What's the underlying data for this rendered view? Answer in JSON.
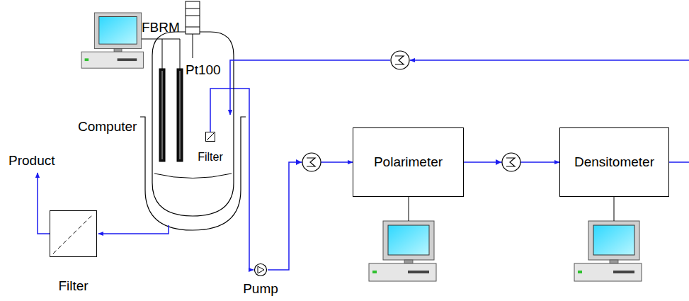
{
  "diagram": {
    "nodes": [
      {
        "text": [
          "Filter"
        ]
      },
      {
        "text": [
          "Polarimeter"
        ]
      },
      {
        "text": [
          "Densitometer"
        ]
      },
      {
        "text": [
          "Filter"
        ]
      },
      {
        "text": [
          "Pump"
        ]
      }
    ],
    "edges": [
      {
        "from": 0,
        "to": 4,
        "arrow": "to"
      },
      {
        "from": 4,
        "to": 1,
        "arrow": "to"
      },
      {
        "from": 1,
        "to": 2,
        "arrow": "to"
      }
    ],
    "labels": [
      "FBRM",
      "Pt100",
      "Computer",
      "Product"
    ]
  }
}
